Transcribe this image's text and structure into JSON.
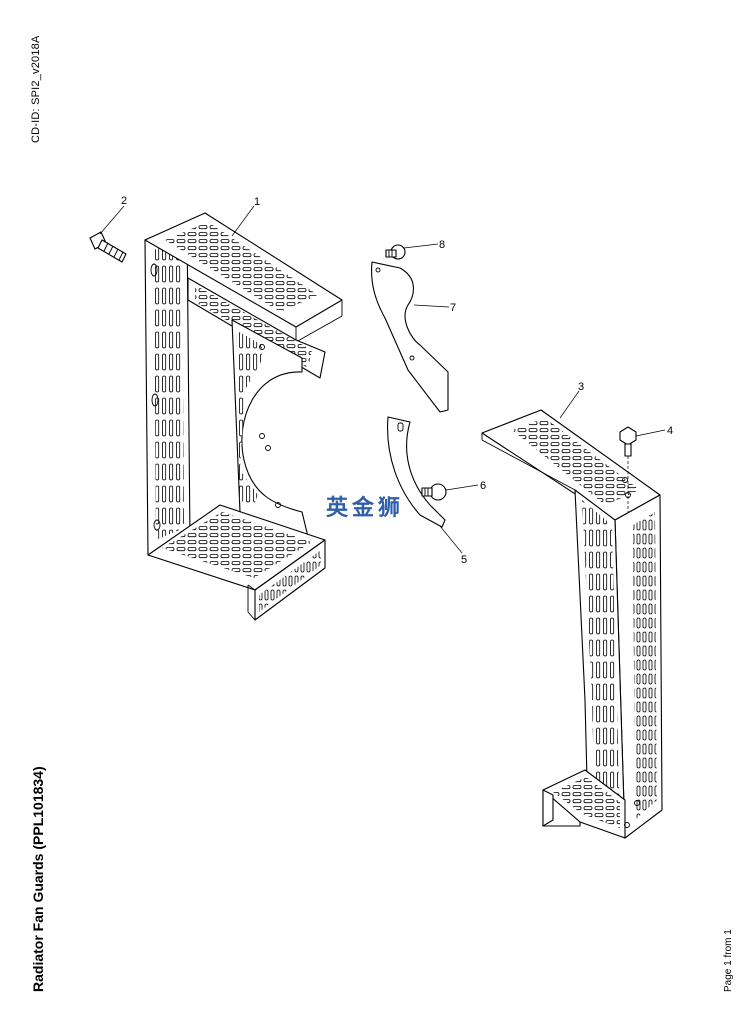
{
  "header": {
    "cd_id": "CD-ID: SPI2_v2018A"
  },
  "title": "Radiator Fan Guards (PPL101834)",
  "footer": {
    "page": "Page 1 from 1"
  },
  "watermark": "英金狮",
  "callouts": [
    {
      "number": "1",
      "part": "fan-guard-left"
    },
    {
      "number": "2",
      "part": "bolt"
    },
    {
      "number": "3",
      "part": "fan-guard-right"
    },
    {
      "number": "4",
      "part": "bolt"
    },
    {
      "number": "5",
      "part": "bracket"
    },
    {
      "number": "6",
      "part": "bolt"
    },
    {
      "number": "7",
      "part": "plate"
    },
    {
      "number": "8",
      "part": "bolt"
    }
  ],
  "colors": {
    "line": "#000000",
    "watermark": "#2f5fa8",
    "background": "#ffffff"
  }
}
